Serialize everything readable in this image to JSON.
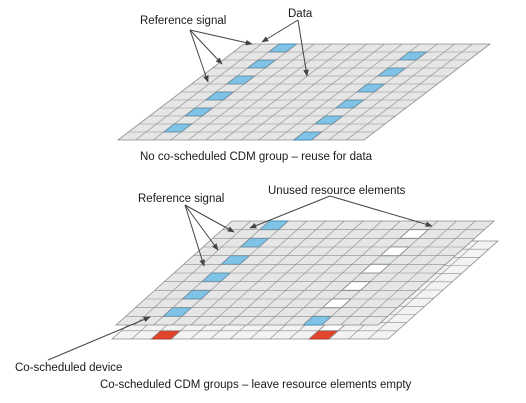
{
  "top_panel": {
    "label_reference": "Reference signal",
    "label_data": "Data",
    "caption": "No co-scheduled CDM  group – reuse for data"
  },
  "bottom_panel": {
    "label_reference": "Reference signal",
    "label_unused": "Unused resource elements",
    "label_device": "Co-scheduled device",
    "caption": "Co-scheduled CDM groups – leave resource elements empty"
  },
  "grid": {
    "columns": 14,
    "rows": 12
  },
  "colors": {
    "reference_signal": "#7fc4e6",
    "reference_stroke": "#2a7fb0",
    "unused_red": "#e2452c",
    "grid_fill": "#e6e6e6",
    "grid_line": "#8c8c8c",
    "arrow": "#444444"
  }
}
